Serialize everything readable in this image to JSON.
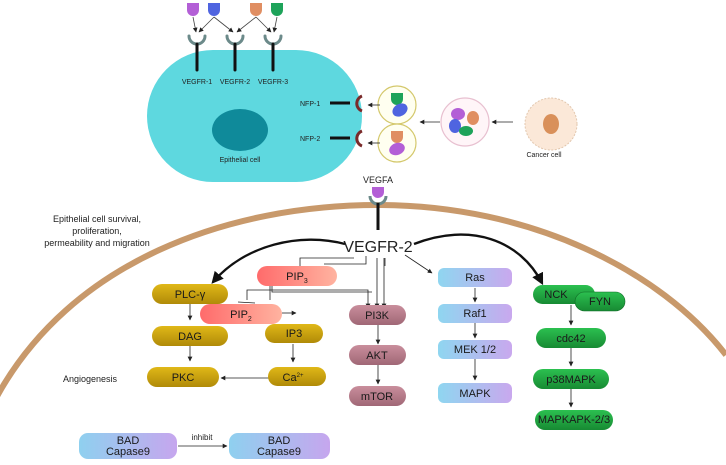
{
  "cell": {
    "receptors": [
      "VEGFR-1",
      "VEGFR-2",
      "VEGFR-3"
    ],
    "label": "Epithelial cell",
    "nfp": [
      "NFP-1",
      "NFP-2"
    ],
    "cancer_label": "Cancer cell"
  },
  "ligand_label": "VEGFA",
  "receptor_label": "VEGFR-2",
  "survival_text": [
    "Epithelial cell survival,",
    "proliferation,",
    "permeability and migration"
  ],
  "angiogenesis": "Angiogenesis",
  "pathways": {
    "plc": {
      "plc": "PLC-γ",
      "dag": "DAG",
      "pkc": "PKC",
      "ip3": "IP3",
      "ca": "Ca",
      "ca_sup": "2+"
    },
    "pip": {
      "pip3": "PIP",
      "pip3_sub": "3",
      "pip2": "PIP",
      "pip2_sub": "2"
    },
    "pi3k": {
      "pi3k": "PI3K",
      "akt": "AKT",
      "mtor": "mTOR"
    },
    "ras": {
      "ras": "Ras",
      "raf1": "Raf1",
      "mek": "MEK 1/2",
      "mapk": "MAPK"
    },
    "nck": {
      "nck": "NCK",
      "fyn": "FYN",
      "cdc42": "cdc42",
      "p38": "p38MAPK",
      "mapkapk": "MAPKAPK-2/3"
    }
  },
  "bad": {
    "line1": "BAD",
    "line2": "Capase9",
    "inhibit": "inhibit"
  },
  "colors": {
    "cell": "#5ed8df",
    "nucleus": "#0f8a9a",
    "membrane": "#c8996b",
    "gold": "#c9a010",
    "mauve": "#b97a8a",
    "green": "#1fa83f",
    "blue_pill": "#a9b9ee",
    "bad_pill": "#a8c4ec",
    "pip": "#f77b7b"
  }
}
